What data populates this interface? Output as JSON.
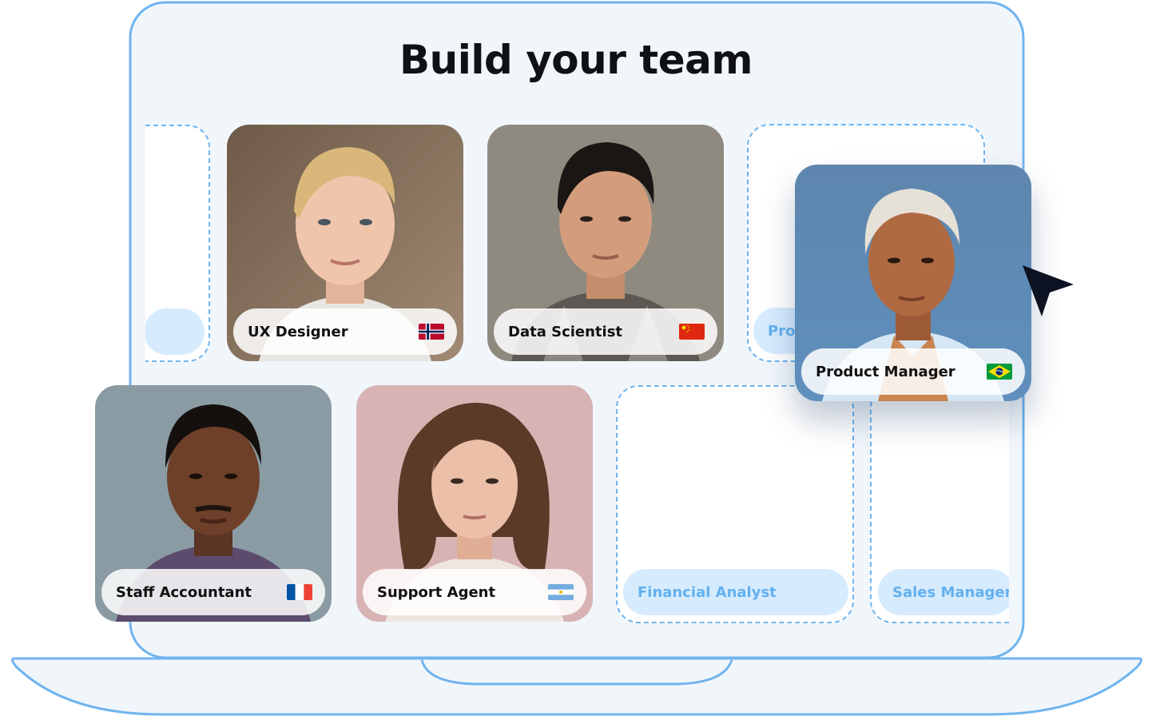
{
  "title": "Build your team",
  "slots": [
    {
      "label": ""
    },
    {
      "label": "Pro"
    },
    {
      "label": "Financial Analyst"
    },
    {
      "label": "Sales Manager"
    }
  ],
  "cards": [
    {
      "role": "UX Designer",
      "flag": "norway-flag-icon"
    },
    {
      "role": "Data Scientist",
      "flag": "china-flag-icon"
    },
    {
      "role": "Product Manager",
      "flag": "brazil-flag-icon"
    },
    {
      "role": "Staff Accountant",
      "flag": "france-flag-icon"
    },
    {
      "role": "Support Agent",
      "flag": "argentina-flag-icon"
    }
  ],
  "colors": {
    "accent": "#63b0ef",
    "outline": "#6fb4ef",
    "screen": "#f1f6fb",
    "title": "#0f1115"
  }
}
